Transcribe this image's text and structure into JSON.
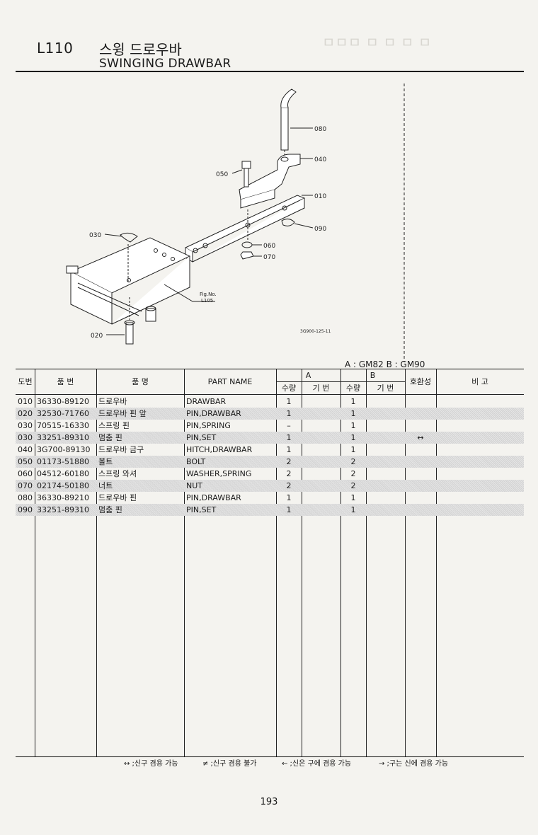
{
  "header": {
    "code": "L110",
    "title_ko": "스윙 드로우바",
    "title_en": "SWINGING DRAWBAR"
  },
  "diagram": {
    "callouts": [
      "080",
      "040",
      "050",
      "010",
      "090",
      "030",
      "060",
      "070",
      "020"
    ],
    "fig_ref_line1": "Fig.No.",
    "fig_ref_line2": "L105",
    "drawing_no": "3G900-125-11"
  },
  "model_legend": "A : GM82    B : GM90",
  "table": {
    "headers": {
      "no": "도번",
      "part_no": "품    번",
      "name_ko": "품        명",
      "part_name": "PART  NAME",
      "group_a": "A",
      "group_b": "B",
      "qty": "수량",
      "base": "기 번",
      "compat": "호환성",
      "remarks": "비    고"
    },
    "rows": [
      {
        "no": "010",
        "part": "36330-89120",
        "ko": "드로우바",
        "name": "DRAWBAR",
        "qa": "1",
        "qb": "1",
        "compat": ""
      },
      {
        "no": "020",
        "part": "32530-71760",
        "ko": "드로우바 핀 앞",
        "name": "PIN,DRAWBAR",
        "qa": "1",
        "qb": "1",
        "compat": ""
      },
      {
        "no": "030",
        "part": "70515-16330",
        "ko": "스프링 핀",
        "name": "PIN,SPRING",
        "qa": "–",
        "qb": "1",
        "compat": ""
      },
      {
        "no": "030",
        "part": "33251-89310",
        "ko": "멈춤 핀",
        "name": "PIN,SET",
        "qa": "1",
        "qb": "1",
        "compat": "↔"
      },
      {
        "no": "040",
        "part": "3G700-89130",
        "ko": "드로우바 금구",
        "name": "HITCH,DRAWBAR",
        "qa": "1",
        "qb": "1",
        "compat": ""
      },
      {
        "no": "050",
        "part": "01173-51880",
        "ko": "볼트",
        "name": "BOLT",
        "qa": "2",
        "qb": "2",
        "compat": ""
      },
      {
        "no": "060",
        "part": "04512-60180",
        "ko": "스프링 와셔",
        "name": "WASHER,SPRING",
        "qa": "2",
        "qb": "2",
        "compat": ""
      },
      {
        "no": "070",
        "part": "02174-50180",
        "ko": "너트",
        "name": "NUT",
        "qa": "2",
        "qb": "2",
        "compat": ""
      },
      {
        "no": "080",
        "part": "36330-89210",
        "ko": "드로우바 핀",
        "name": "PIN,DRAWBAR",
        "qa": "1",
        "qb": "1",
        "compat": ""
      },
      {
        "no": "090",
        "part": "33251-89310",
        "ko": "멈춤 핀",
        "name": "PIN,SET",
        "qa": "1",
        "qb": "1",
        "compat": ""
      }
    ]
  },
  "footer_legend": {
    "item1": "↔ ;신구 겸용 가능",
    "item2": "≠ ;신구 겸용 불가",
    "item3": "← ;신은 구에 겸용 가능",
    "item4": "→ ;구는 신에 겸용 가능"
  },
  "page_number": "193"
}
